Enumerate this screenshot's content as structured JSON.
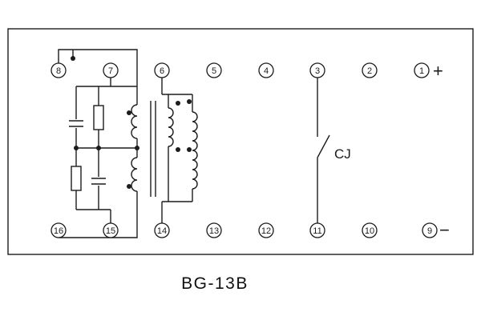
{
  "title": "BG-13B",
  "labels": {
    "switch": "CJ",
    "plus": "+",
    "minus": "−"
  },
  "terminals": {
    "top": [
      "8",
      "7",
      "6",
      "5",
      "4",
      "3",
      "2",
      "1"
    ],
    "bottom": [
      "16",
      "15",
      "14",
      "13",
      "12",
      "11",
      "10",
      "9"
    ]
  },
  "colors": {
    "line": "#1c1c1c",
    "background": "#ffffff"
  }
}
